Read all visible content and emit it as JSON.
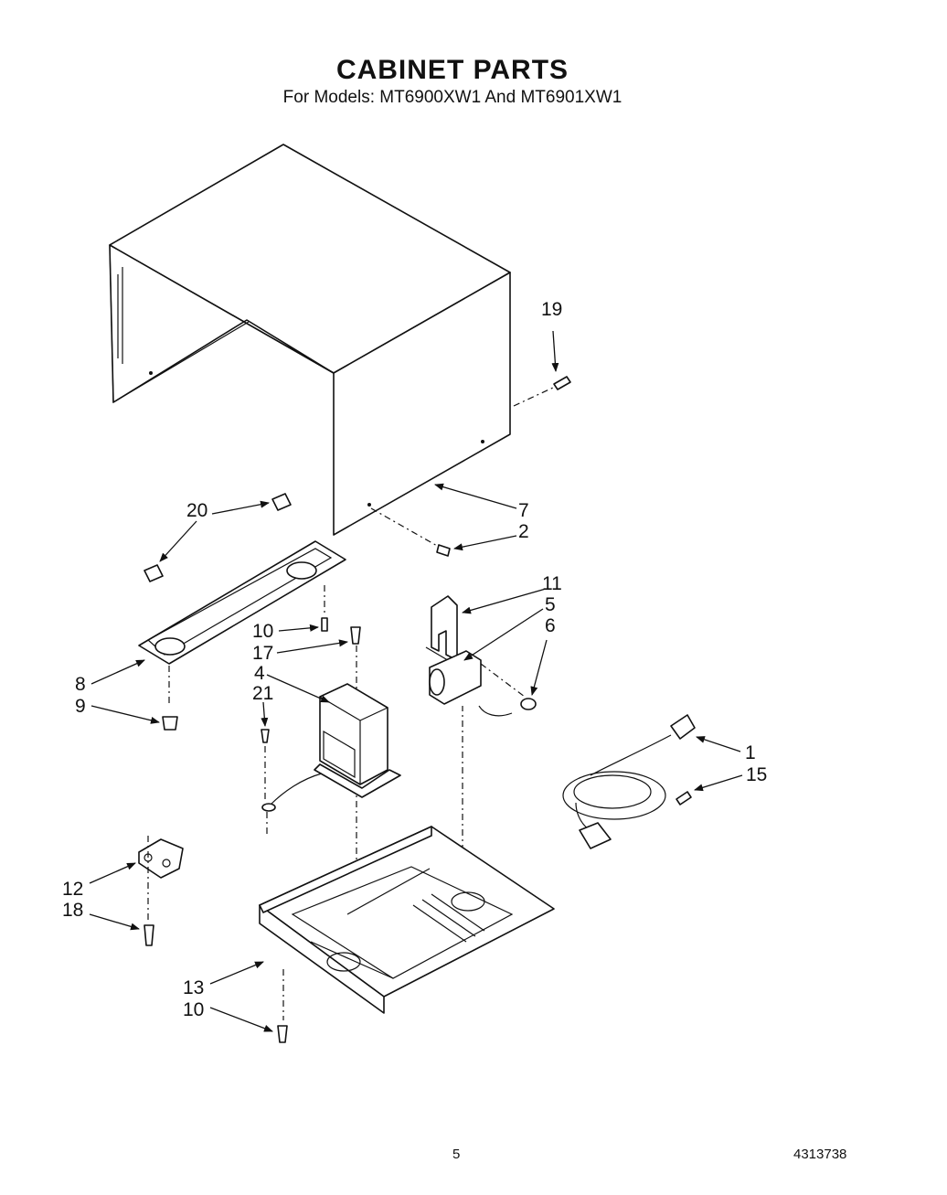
{
  "header": {
    "title": "CABINET PARTS",
    "subtitle": "For Models: MT6900XW1 And MT6901XW1"
  },
  "callouts": [
    {
      "id": "c19",
      "label": "19"
    },
    {
      "id": "c7",
      "label": "7"
    },
    {
      "id": "c2",
      "label": "2"
    },
    {
      "id": "c20",
      "label": "20"
    },
    {
      "id": "c11",
      "label": "11"
    },
    {
      "id": "c5",
      "label": "5"
    },
    {
      "id": "c6",
      "label": "6"
    },
    {
      "id": "c10a",
      "label": "10"
    },
    {
      "id": "c17",
      "label": "17"
    },
    {
      "id": "c8",
      "label": "8"
    },
    {
      "id": "c4",
      "label": "4"
    },
    {
      "id": "c21",
      "label": "21"
    },
    {
      "id": "c9",
      "label": "9"
    },
    {
      "id": "c1",
      "label": "1"
    },
    {
      "id": "c15",
      "label": "15"
    },
    {
      "id": "c12",
      "label": "12"
    },
    {
      "id": "c18",
      "label": "18"
    },
    {
      "id": "c13",
      "label": "13"
    },
    {
      "id": "c10b",
      "label": "10"
    }
  ],
  "footer": {
    "page_number": "5",
    "document_number": "4313738"
  }
}
